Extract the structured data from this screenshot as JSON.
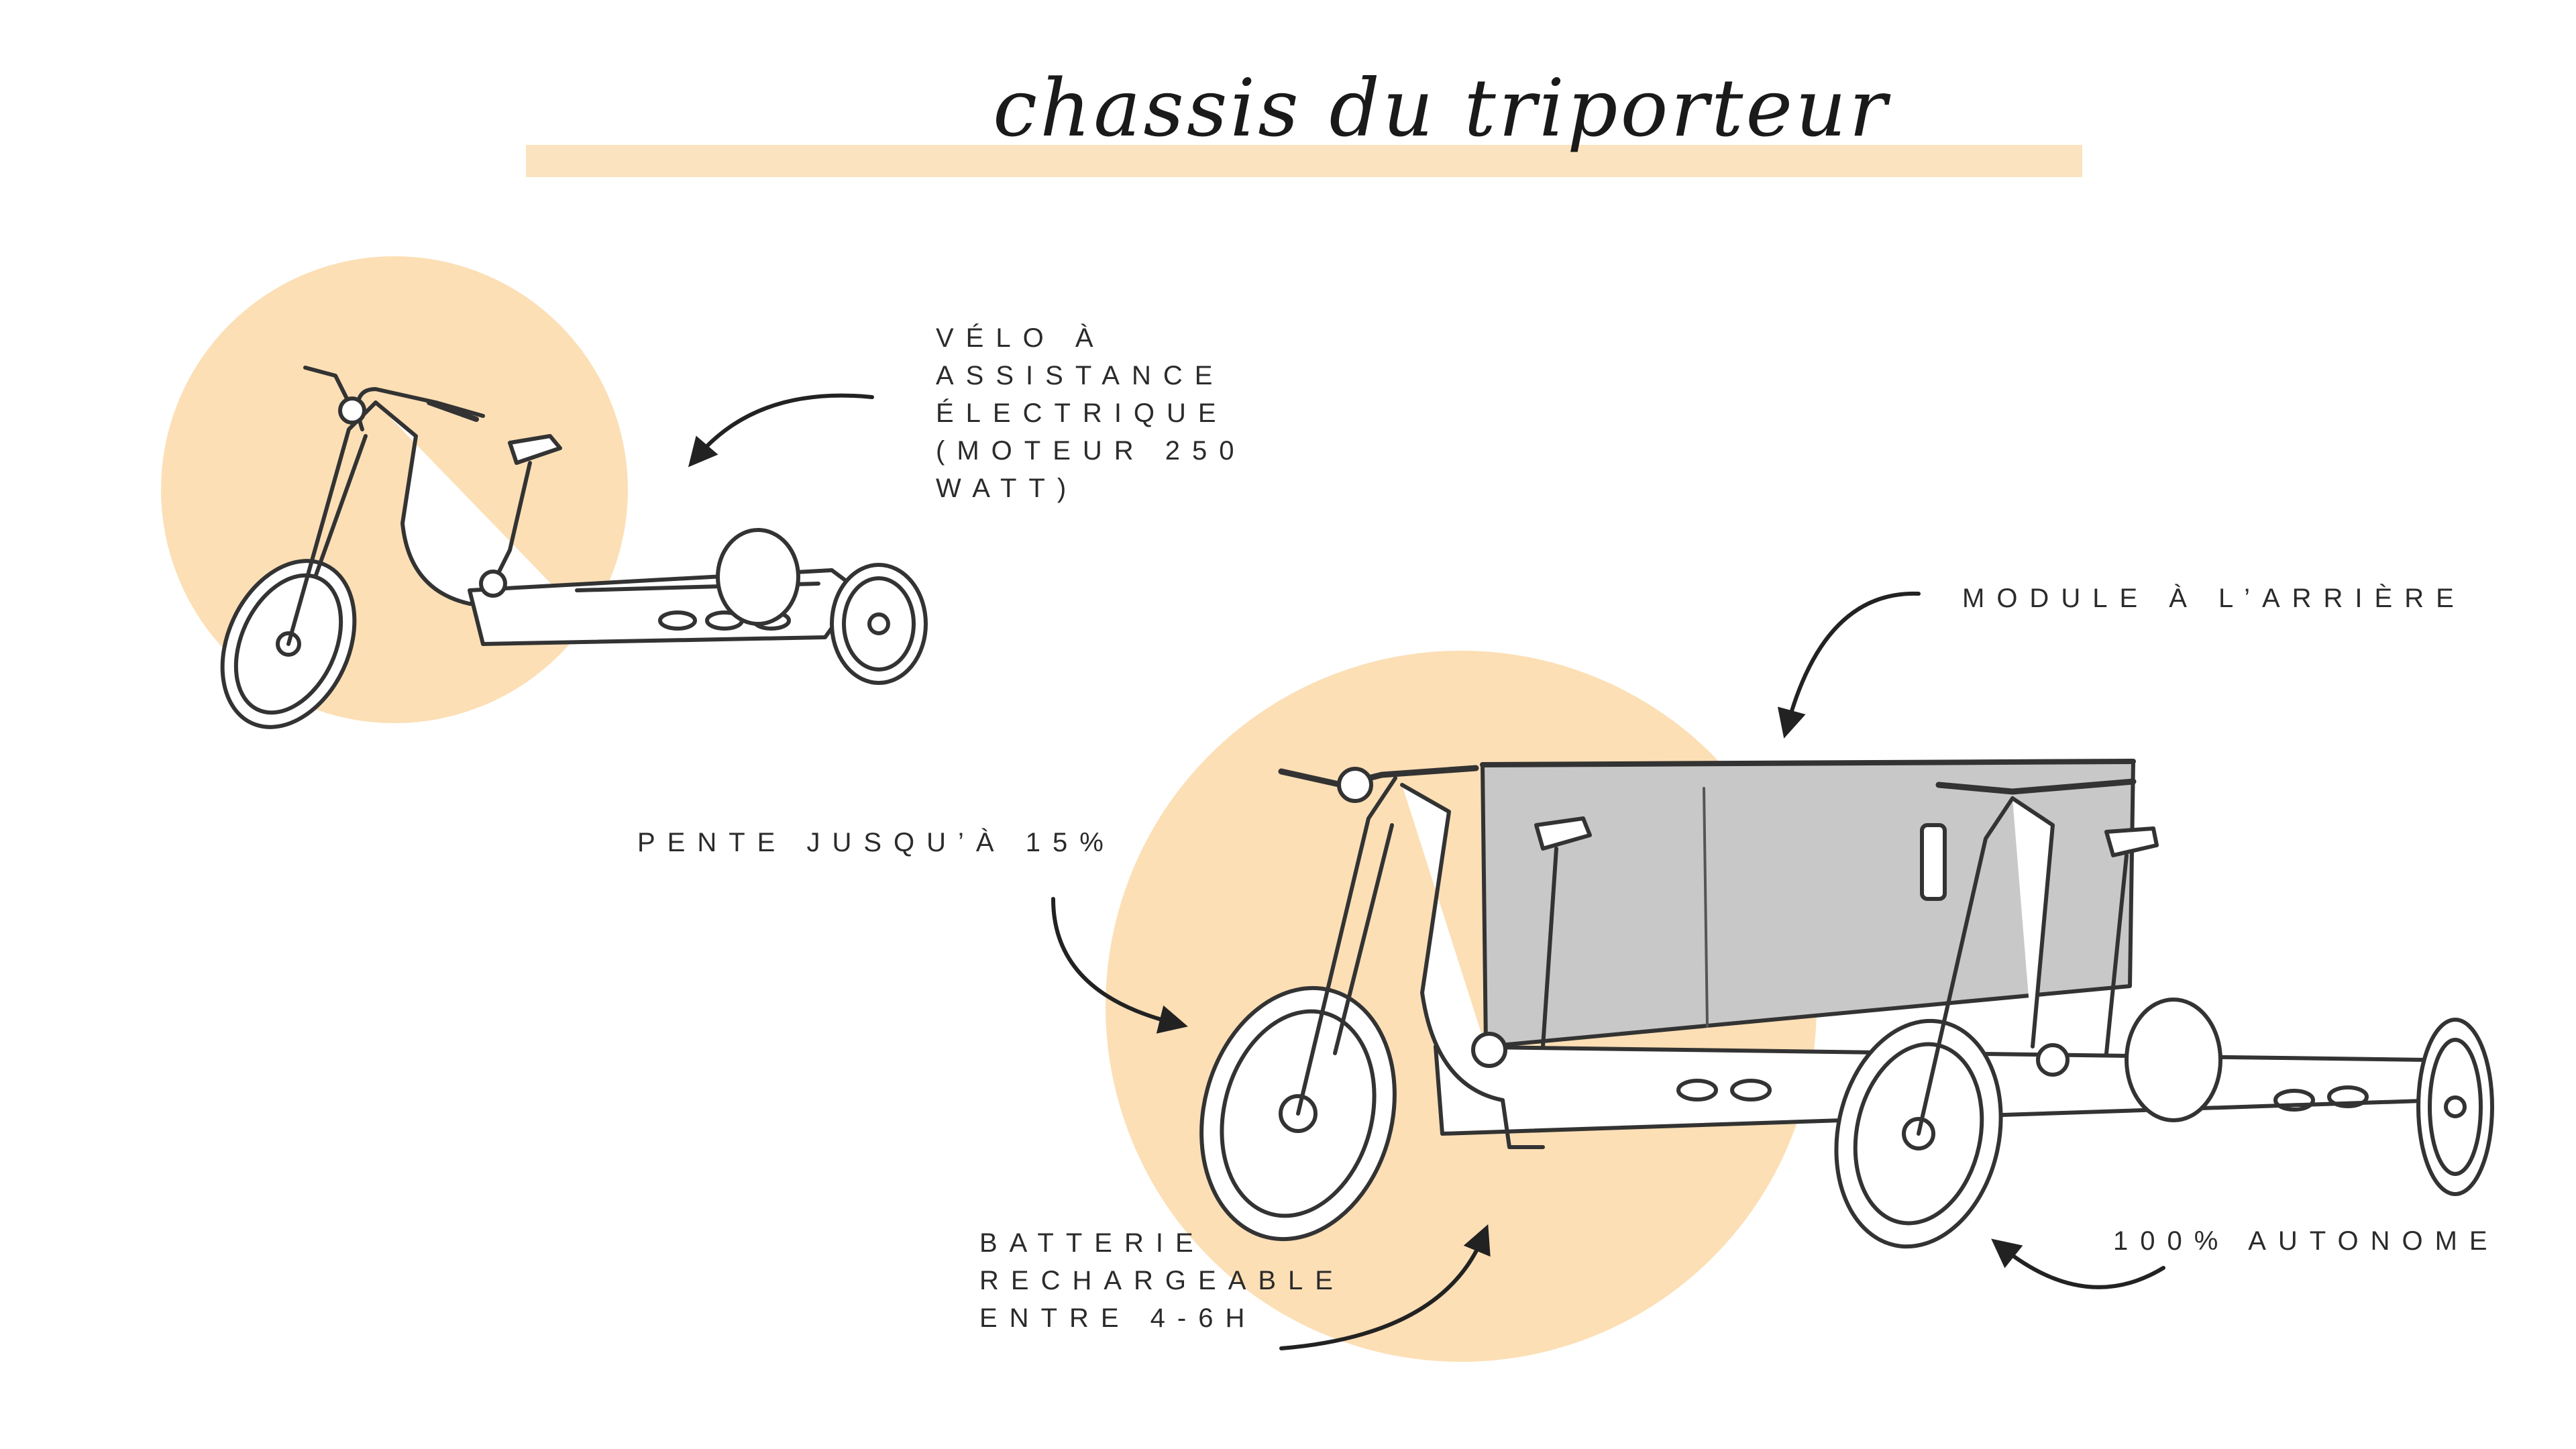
{
  "title": "chassis du triporteur",
  "colors": {
    "accent": "#fcdfb5",
    "band": "#fbe3bf",
    "box": "#c8c8c8",
    "ink": "#222222"
  },
  "labels": {
    "velo": [
      "VÉLO À",
      "ASSISTANCE",
      "ÉLECTRIQUE",
      "(MOTEUR 250",
      "WATT)"
    ],
    "module": "MODULE À L’ARRIÈRE",
    "pente": "PENTE JUSQU’À 15%",
    "batterie": [
      "BATTERIE",
      "RECHARGEABLE",
      "ENTRE 4-6H"
    ],
    "autonome": "100% AUTONOME"
  },
  "illustrations": [
    "bike-chassis-sketch",
    "triporteur-with-module-sketch"
  ]
}
